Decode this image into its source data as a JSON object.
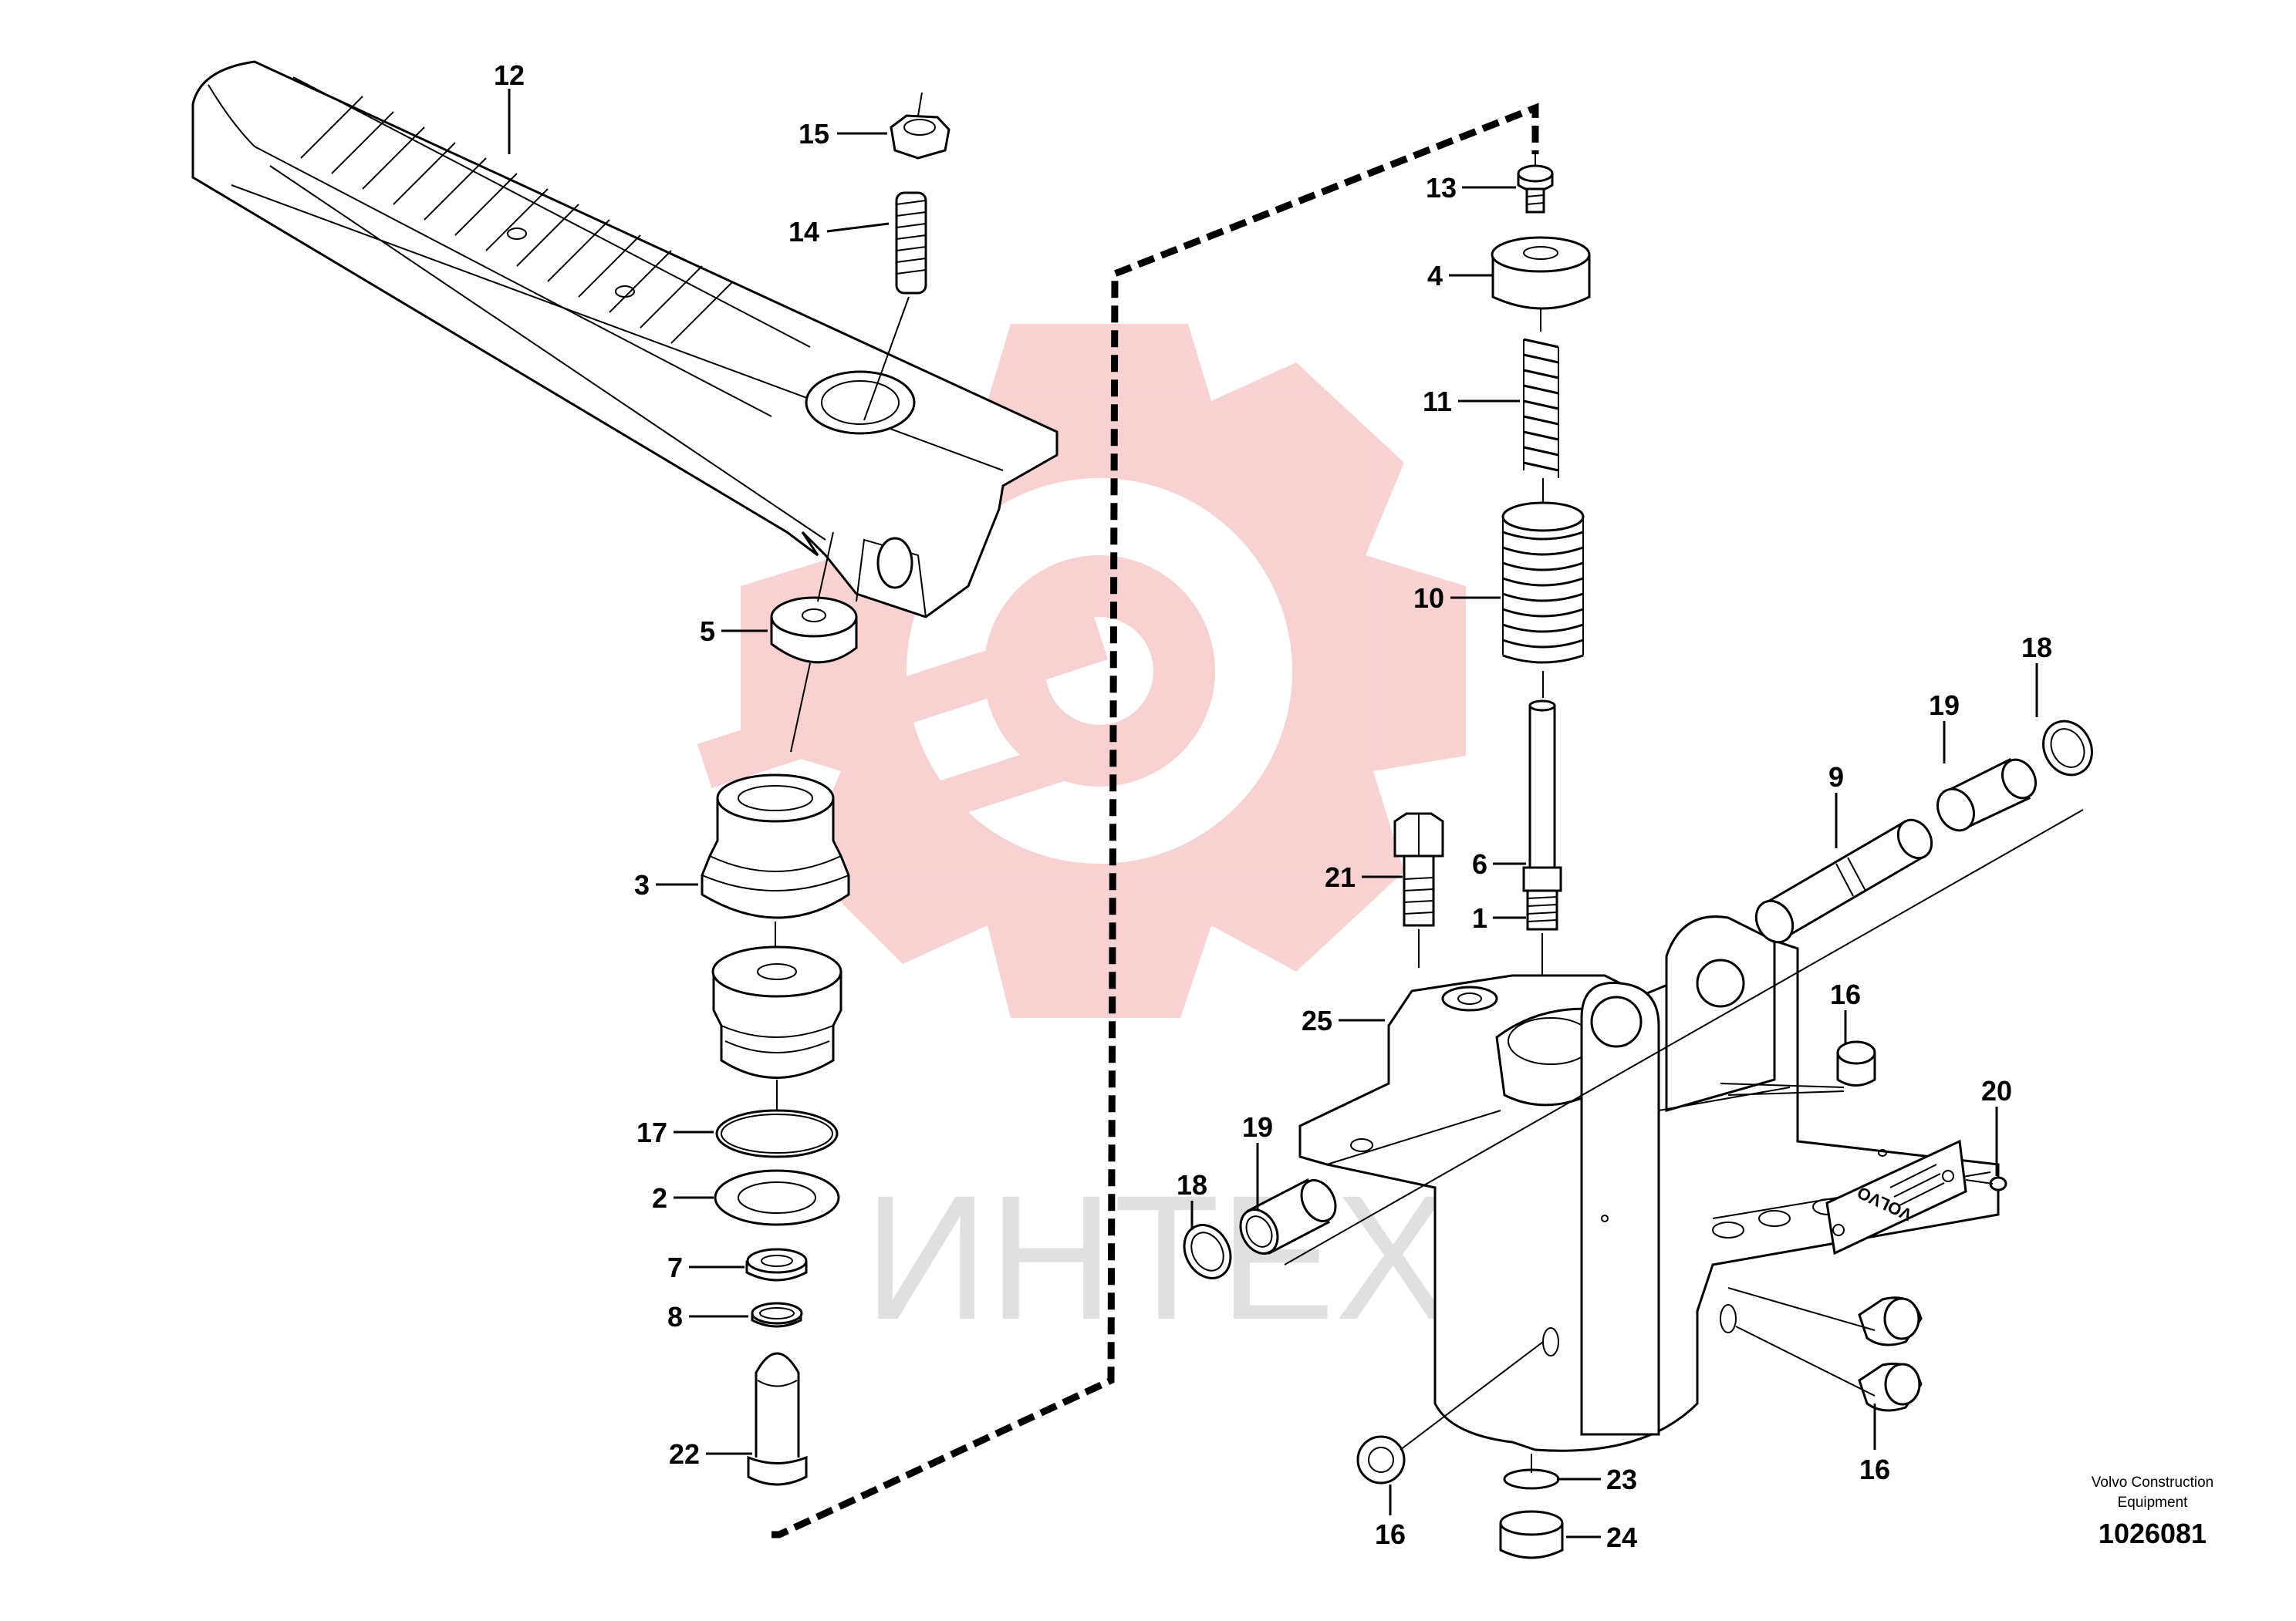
{
  "diagram": {
    "watermark_text": "ИНТЕХ",
    "callouts": [
      {
        "id": "c12",
        "label": "12"
      },
      {
        "id": "c15",
        "label": "15"
      },
      {
        "id": "c14",
        "label": "14"
      },
      {
        "id": "c13",
        "label": "13"
      },
      {
        "id": "c4",
        "label": "4"
      },
      {
        "id": "c11",
        "label": "11"
      },
      {
        "id": "c10",
        "label": "10"
      },
      {
        "id": "c5",
        "label": "5"
      },
      {
        "id": "c3",
        "label": "3"
      },
      {
        "id": "c21",
        "label": "21"
      },
      {
        "id": "c6",
        "label": "6"
      },
      {
        "id": "c1",
        "label": "1"
      },
      {
        "id": "c9",
        "label": "9"
      },
      {
        "id": "c19a",
        "label": "19"
      },
      {
        "id": "c18a",
        "label": "18"
      },
      {
        "id": "c25",
        "label": "25"
      },
      {
        "id": "c16a",
        "label": "16"
      },
      {
        "id": "c20",
        "label": "20"
      },
      {
        "id": "c17",
        "label": "17"
      },
      {
        "id": "c2",
        "label": "2"
      },
      {
        "id": "c7",
        "label": "7"
      },
      {
        "id": "c8",
        "label": "8"
      },
      {
        "id": "c22",
        "label": "22"
      },
      {
        "id": "c19b",
        "label": "19"
      },
      {
        "id": "c18b",
        "label": "18"
      },
      {
        "id": "c16b",
        "label": "16"
      },
      {
        "id": "c16c",
        "label": "16"
      },
      {
        "id": "c23",
        "label": "23"
      },
      {
        "id": "c24",
        "label": "24"
      }
    ],
    "plate_text": "VOLVO"
  },
  "footer": {
    "maker_line1": "Volvo Construction",
    "maker_line2": "Equipment",
    "drawing_number": "1026081"
  }
}
